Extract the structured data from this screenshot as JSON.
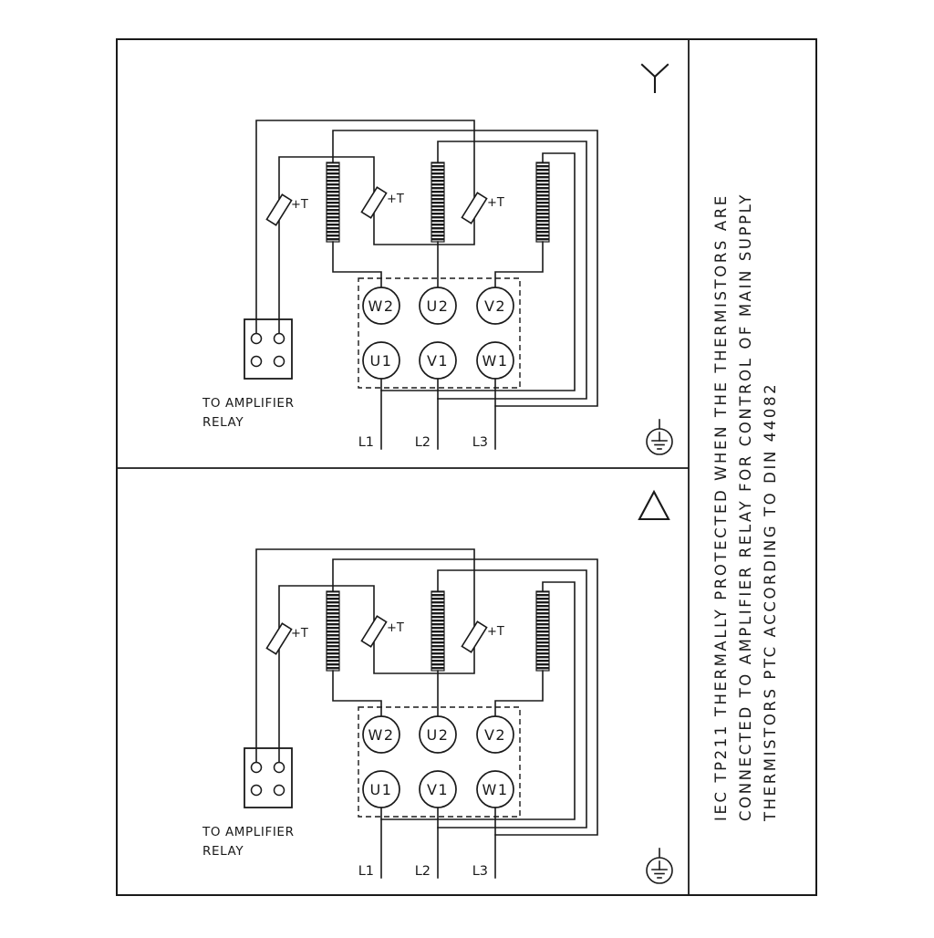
{
  "diagram": {
    "title_visible": false,
    "panels": {
      "top": {
        "connection_symbol": "star"
      },
      "bottom": {
        "connection_symbol": "delta"
      }
    },
    "terminals": {
      "top_row": [
        "W2",
        "U2",
        "V2"
      ],
      "bottom_row": [
        "U1",
        "V1",
        "W1"
      ]
    },
    "thermistor_label": "+T",
    "relay_caption_line1": "TO AMPLIFIER",
    "relay_caption_line2": "RELAY",
    "supply_lines": [
      "L1",
      "L2",
      "L3"
    ]
  },
  "sidebar": {
    "note_lines": [
      "IEC TP211 THERMALLY PROTECTED WHEN THE THERMISTORS ARE",
      "CONNECTED TO AMPLIFIER RELAY FOR CONTROL OF MAIN SUPPLY",
      "THERMISTORS PTC ACCORDING TO DIN 44082"
    ]
  },
  "colors": {
    "line": "#1a1a1a",
    "background": "#ffffff"
  }
}
